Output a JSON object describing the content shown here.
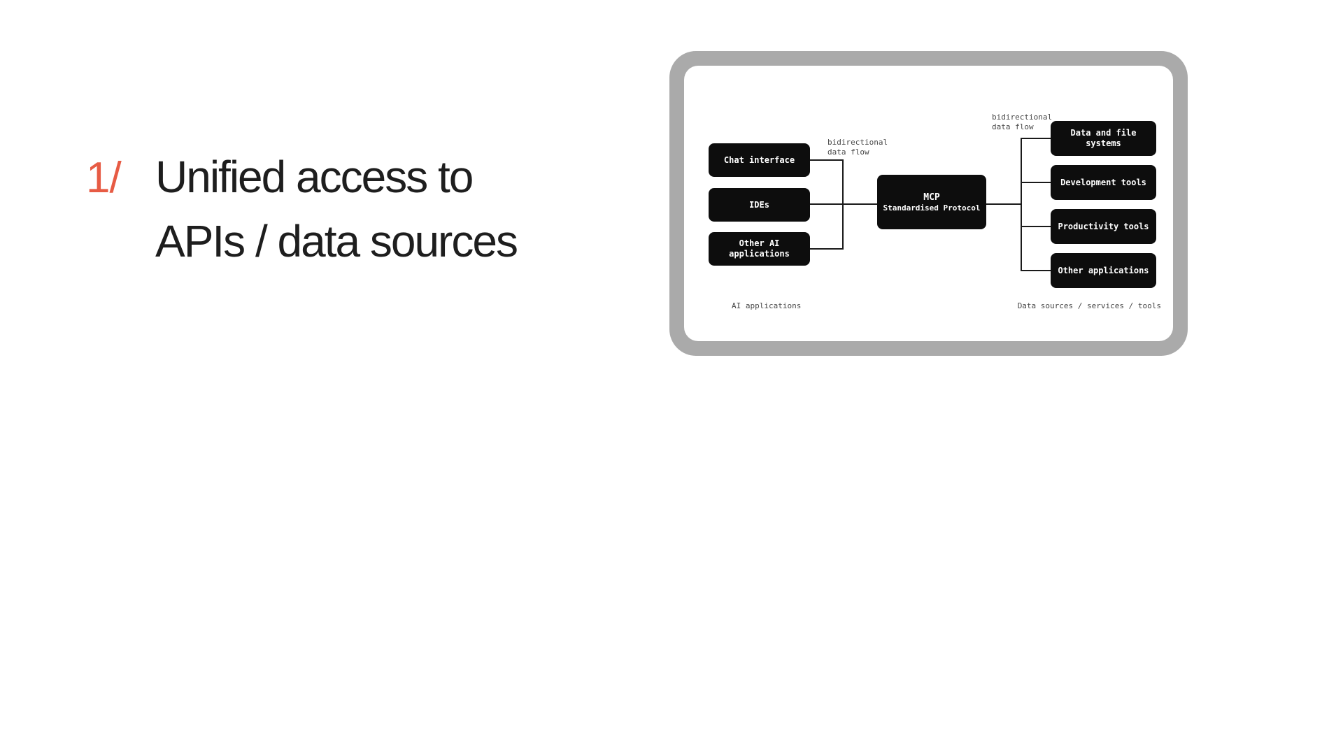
{
  "colors": {
    "accent": "#E75B44",
    "ink": "#1E1E1E",
    "node": "#0D0D0D",
    "node-text": "#FFFFFF",
    "frame": "#AAAAAA",
    "line": "#1A1A1A",
    "muted": "#474747"
  },
  "slide": {
    "number_label": "1/",
    "title": "Unified access to\nAPIs / data sources"
  },
  "diagram": {
    "clients": [
      {
        "label": "Chat interface"
      },
      {
        "label": "IDEs"
      },
      {
        "label": "Other AI\napplications"
      }
    ],
    "hub": {
      "title": "MCP",
      "subtitle": "Standardised Protocol"
    },
    "servers": [
      {
        "label": "Data and file\nsystems"
      },
      {
        "label": "Development tools"
      },
      {
        "label": "Productivity tools"
      },
      {
        "label": "Other applications"
      }
    ],
    "flow_label_left": "bidirectional\ndata flow",
    "flow_label_right": "bidirectional\ndata flow",
    "caption_left": "AI applications",
    "caption_right": "Data sources / services / tools"
  }
}
